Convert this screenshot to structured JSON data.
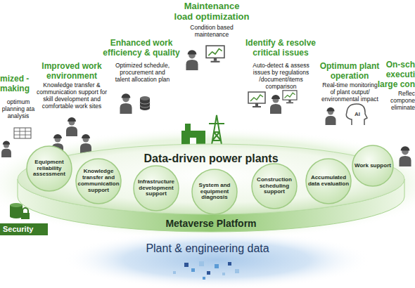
{
  "diagram": {
    "nodes": [
      {
        "text": [
          "Data-driven power plants",
          "Metaverse Platform"
        ]
      },
      {
        "text": [
          "Equipment reliability assessment"
        ],
        "in": 0
      },
      {
        "text": [
          "Knowledge transfer and communication support"
        ],
        "in": 0
      },
      {
        "text": [
          "Infrastructure development support"
        ],
        "in": 0
      },
      {
        "text": [
          "System and equipment diagnosis"
        ],
        "in": 0
      },
      {
        "text": [
          "Construction scheduling support"
        ],
        "in": 0
      },
      {
        "text": [
          "Accumulated data evaluation"
        ],
        "in": 0
      },
      {
        "text": [
          "Work support"
        ],
        "in": 0
      },
      {
        "text": [
          "Security"
        ]
      }
    ],
    "labels": [
      "Maintenance load optimization",
      "Condition based maintenance",
      "Enhanced work efficiency & quality",
      "Identify & resolve critical issues",
      "Optimized schedule, procurement and talent allocation plan",
      "Auto-detect & assess issues by regulations /document/items comparison",
      "Improved work environment",
      "Optimum plant operation",
      "On-sch executi large con",
      "mized -making",
      "Knowledge transfer & communication support for skill development and comfortable work sites",
      "optimum planning ata analysis",
      "Real-time monitoring of plant output/ environmental impact",
      "Reflec compone eliminate",
      "AI",
      "Plant & engineering data"
    ]
  }
}
